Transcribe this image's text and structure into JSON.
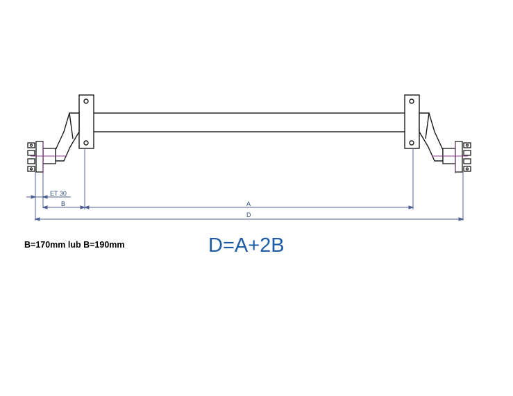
{
  "labels": {
    "et": "ET 30",
    "b": "B",
    "a": "A",
    "d": "D"
  },
  "note": "B=170mm lub B=190mm",
  "formula": "D=A+2B",
  "colors": {
    "line": "#1a1a1a",
    "dimension": "#4b5f8f",
    "accent": "#8a3a8a",
    "formula": "#1f5aa6"
  }
}
